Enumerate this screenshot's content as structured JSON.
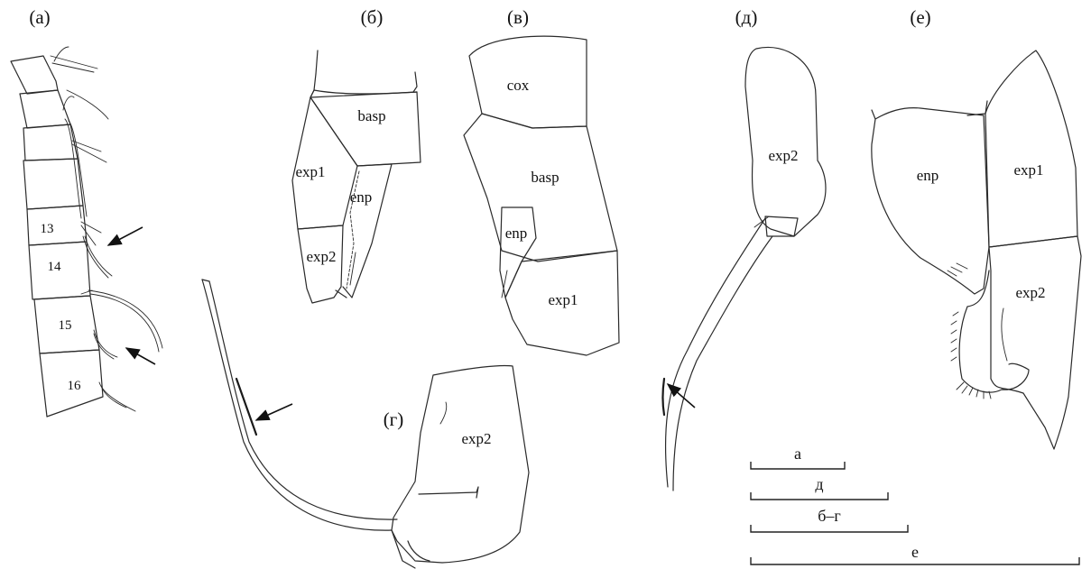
{
  "panels": {
    "a": "(а)",
    "b": "(б)",
    "v": "(в)",
    "g": "(г)",
    "d": "(д)",
    "e": "(е)"
  },
  "segment_numbers": [
    "13",
    "14",
    "15",
    "16"
  ],
  "part_labels": {
    "b_basp": "basp",
    "b_exp1": "exp1",
    "b_enp": "enp",
    "b_exp2": "exp2",
    "v_cox": "cox",
    "v_basp": "basp",
    "v_enp": "enp",
    "v_exp1": "exp1",
    "g_exp2": "exp2",
    "d_exp2": "exp2",
    "e_enp": "enp",
    "e_exp1": "exp1",
    "e_exp2": "exp2"
  },
  "scale_bars": [
    {
      "label": "а"
    },
    {
      "label": "д"
    },
    {
      "label": "б–г"
    },
    {
      "label": "е"
    }
  ]
}
